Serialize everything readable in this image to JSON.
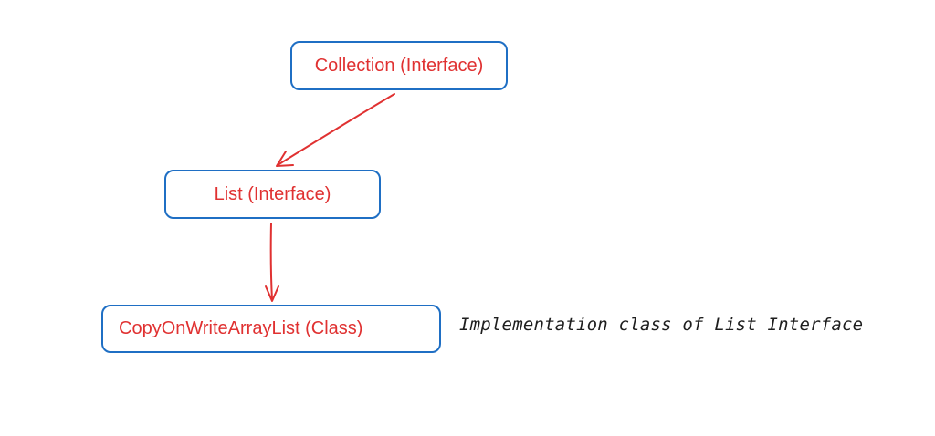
{
  "diagram": {
    "nodes": [
      {
        "id": "collection",
        "label": "Collection (Interface)"
      },
      {
        "id": "list",
        "label": "List (Interface)"
      },
      {
        "id": "cowal",
        "label": "CopyOnWriteArrayList (Class)"
      }
    ],
    "edges": [
      {
        "from": "collection",
        "to": "list"
      },
      {
        "from": "list",
        "to": "cowal"
      }
    ],
    "annotation": "Implementation class of List Interface"
  },
  "colors": {
    "node_border": "#1f6fc4",
    "node_text": "#e03131",
    "arrow": "#e03131",
    "annotation_text": "#1e1e1e"
  }
}
